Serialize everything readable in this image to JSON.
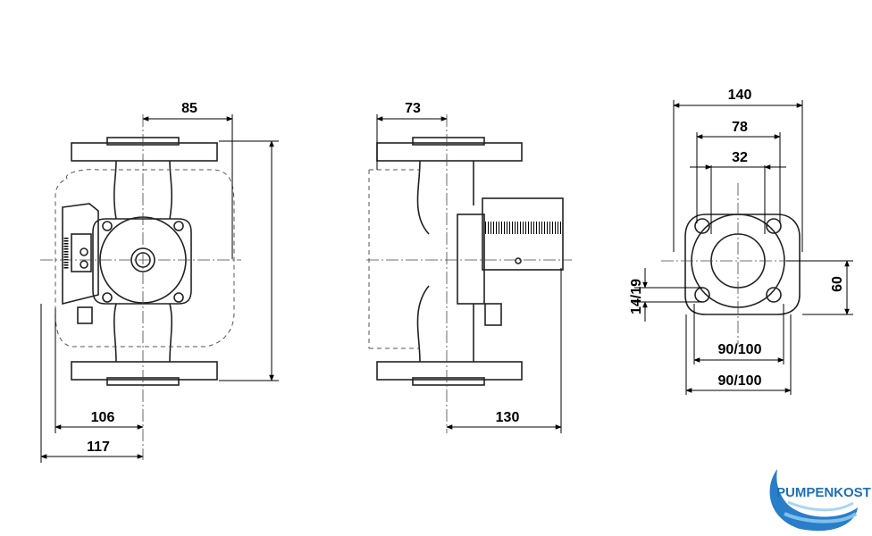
{
  "dimensions": {
    "front_top_width": "85",
    "front_bottom_inner": "106",
    "front_bottom_outer": "117",
    "side_top_width": "73",
    "side_bottom_width": "130",
    "flange_outer": "140",
    "flange_mid": "78",
    "flange_inner": "32",
    "flange_bolt_holes": "14/19",
    "flange_height": "60",
    "flange_pcd_1": "90/100",
    "flange_pcd_2": "90/100"
  },
  "logo": {
    "text": "PUMPENKOST",
    "color": "#1d6fb8"
  }
}
